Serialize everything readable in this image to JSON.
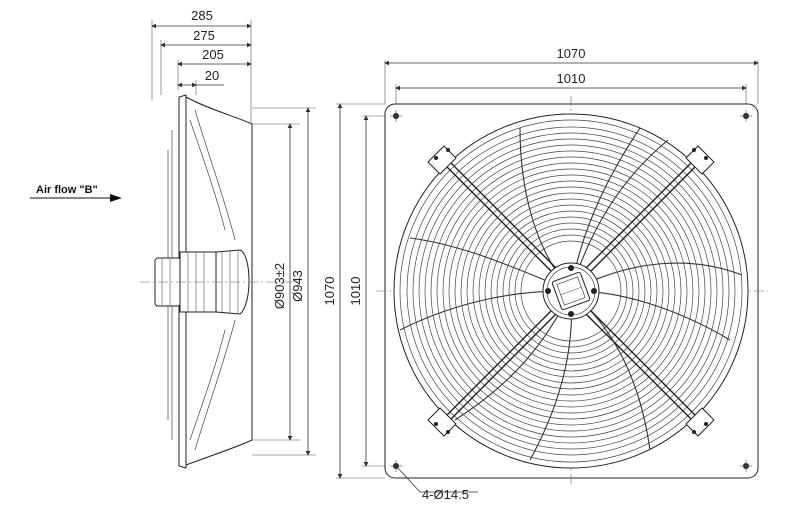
{
  "side_view": {
    "dim_285": "285",
    "dim_275": "275",
    "dim_205": "205",
    "dim_20": "20",
    "dim_903": "Ø903±2",
    "dim_943": "Ø943",
    "airflow_label": "Air flow \"B\""
  },
  "front_view": {
    "dim_1070_w": "1070",
    "dim_1010_w": "1010",
    "dim_1070_h": "1070",
    "dim_1010_h": "1010",
    "holes_label": "4-Ø14.5"
  }
}
